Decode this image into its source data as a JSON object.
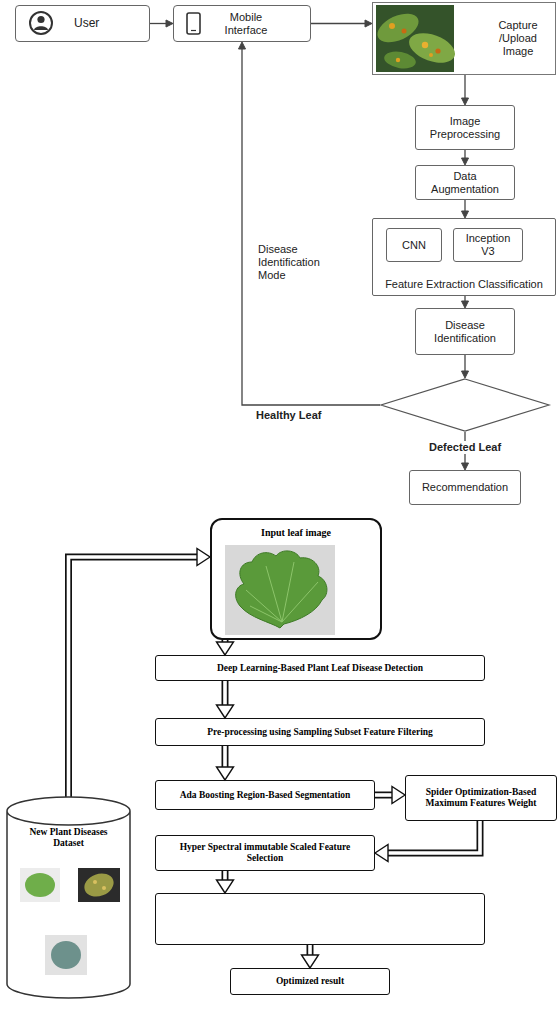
{
  "diagram": {
    "nodes": [
      {
        "text": [
          "User"
        ]
      },
      {
        "text": [
          "Mobile Interface"
        ]
      },
      {
        "text": [
          "Capture /Upload Image"
        ]
      },
      {
        "text": [
          "Image Preprocessing"
        ]
      },
      {
        "text": [
          "Data Augmentation"
        ]
      },
      {
        "text": [
          "Feature Extraction Classification"
        ]
      },
      {
        "text": [
          "CNN"
        ],
        "in": 5
      },
      {
        "text": [
          "Inception V3"
        ],
        "in": 5
      },
      {
        "text": [
          "Disease Identification"
        ]
      },
      {
        "text": []
      },
      {
        "text": [
          "Recommendation"
        ]
      },
      {
        "text": [
          "Input leaf image"
        ]
      },
      {
        "text": [
          "New Plant Diseases Dataset"
        ]
      },
      {
        "text": [
          "Deep Learning-Based Plant Leaf Disease Detection"
        ]
      },
      {
        "text": [
          "Pre-processing using Sampling Subset Feature Filtering"
        ]
      },
      {
        "text": [
          "Ada Boosting Region-Based Segmentation"
        ]
      },
      {
        "text": [
          "Spider Optimization-Based Maximum Features Weight"
        ]
      },
      {
        "text": [
          "Hyper Spectral immutable Scaled Feature Selection"
        ]
      },
      {
        "text": []
      },
      {
        "text": [
          "Optimized result"
        ]
      }
    ],
    "edges": [
      {
        "from": 0,
        "to": 1,
        "arrow": "to"
      },
      {
        "from": 1,
        "to": 2,
        "arrow": "to"
      },
      {
        "from": 2,
        "to": 3,
        "arrow": "to"
      },
      {
        "from": 3,
        "to": 4,
        "arrow": "to"
      },
      {
        "from": 4,
        "to": 5,
        "arrow": "to"
      },
      {
        "from": 5,
        "to": 8,
        "arrow": "to"
      },
      {
        "from": 8,
        "to": 9,
        "arrow": "to"
      },
      {
        "from": 9,
        "to": 1,
        "label": "Healthy Leaf",
        "arrow": "to"
      },
      {
        "from": 9,
        "to": 10,
        "label": "Defected Leaf",
        "arrow": "to"
      },
      {
        "from": 12,
        "to": 11,
        "arrow": "to"
      },
      {
        "from": 11,
        "to": 13,
        "arrow": "to"
      },
      {
        "from": 13,
        "to": 14,
        "arrow": "to"
      },
      {
        "from": 14,
        "to": 15,
        "arrow": "to"
      },
      {
        "from": 15,
        "to": 16,
        "arrow": "to"
      },
      {
        "from": 16,
        "to": 17,
        "arrow": "to"
      },
      {
        "from": 17,
        "to": 18,
        "arrow": "to"
      },
      {
        "from": 18,
        "to": 19,
        "arrow": "to"
      }
    ],
    "labels": [
      "Disease Identification Mode"
    ]
  }
}
